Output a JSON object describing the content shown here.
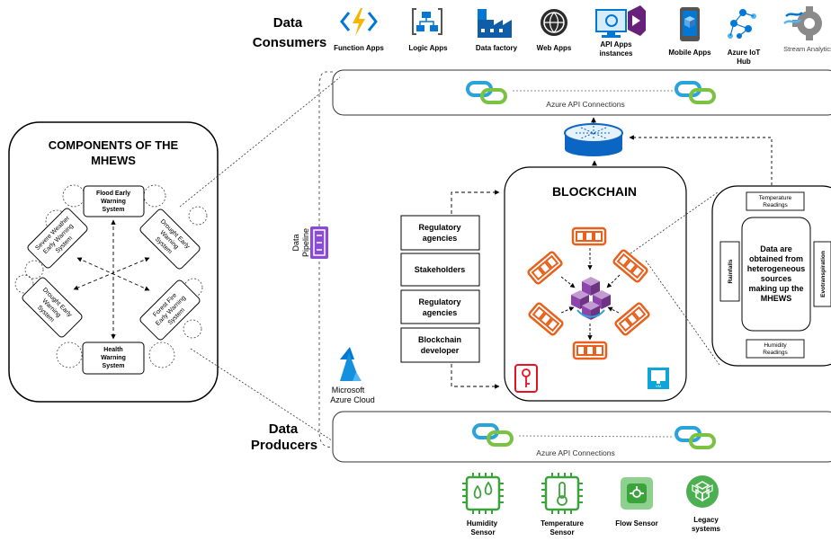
{
  "top": {
    "title_line1": "Data",
    "title_line2": "Consumers",
    "consumers": [
      {
        "icon": "function-apps-icon",
        "label": "Function Apps"
      },
      {
        "icon": "logic-apps-icon",
        "label": "Logic Apps"
      },
      {
        "icon": "data-factory-icon",
        "label": "Data factory"
      },
      {
        "icon": "web-apps-icon",
        "label": "Web Apps"
      },
      {
        "icon": "api-apps-icon",
        "label_line1": "API Apps",
        "label_line2": "instances"
      },
      {
        "icon": "mobile-apps-icon",
        "label": "Mobile Apps"
      },
      {
        "icon": "azure-iot-hub-icon",
        "label_line1": "Azure IoT",
        "label_line2": "Hub"
      },
      {
        "icon": "stream-analytics-icon",
        "label": "Stream Analytics"
      }
    ]
  },
  "api_top": {
    "label": "Azure API Connections"
  },
  "api_bottom": {
    "label": "Azure API Connections"
  },
  "components": {
    "title_line1": "COMPONENTS OF THE",
    "title_line2": "MHEWS",
    "flood": [
      "Flood Early",
      "Warning",
      "System"
    ],
    "drought_right": [
      "Drought Early",
      "Warning",
      "System"
    ],
    "severe": [
      "Severe Weather",
      "Early Warning",
      "System"
    ],
    "drought_left": [
      "Drought Early",
      "Warning",
      "System"
    ],
    "forest": [
      "Forest Fire",
      "Early Warning",
      "System"
    ],
    "health": [
      "Health",
      "Warning",
      "System"
    ]
  },
  "pipeline": {
    "line1": "Data",
    "line2": "Pipeline"
  },
  "azure": {
    "line1": "Microsoft",
    "line2": "Azure Cloud"
  },
  "actors": [
    [
      "Regulatory",
      "agencies"
    ],
    [
      "Stakeholders"
    ],
    [
      "Regulatory",
      "agencies"
    ],
    [
      "Blockchain",
      "developer"
    ]
  ],
  "blockchain": {
    "title": "BLOCKCHAIN",
    "vm_label": "VM"
  },
  "sources": {
    "temperature": [
      "Temperature",
      "Readings"
    ],
    "humidity": [
      "Humidity",
      "Readings"
    ],
    "left": "Rainfalls",
    "right": "Evotranspiration",
    "center": [
      "Data are",
      "obtained from",
      "heterogeneous",
      "sources",
      "making up the",
      "MHEWS"
    ]
  },
  "bottom": {
    "title_line1": "Data",
    "title_line2": "Producers",
    "producers": [
      {
        "icon": "humidity-sensor-icon",
        "label_line1": "Humidity",
        "label_line2": "Sensor"
      },
      {
        "icon": "temperature-sensor-icon",
        "label_line1": "Temperature",
        "label_line2": "Sensor"
      },
      {
        "icon": "flow-sensor-icon",
        "label_line1": "Flow Sensor",
        "label_line2": ""
      },
      {
        "icon": "legacy-systems-icon",
        "label_line1": "Legacy",
        "label_line2": "systems"
      }
    ]
  },
  "colors": {
    "azure_blue": "#0078d4",
    "pipeline_purple": "#8a4bd6",
    "link_blue": "#2aa3d8",
    "link_green": "#7cc242",
    "block_orange": "#e8601c",
    "cube_purple": "#8e44ad",
    "sensor_green": "#3ca33c"
  }
}
